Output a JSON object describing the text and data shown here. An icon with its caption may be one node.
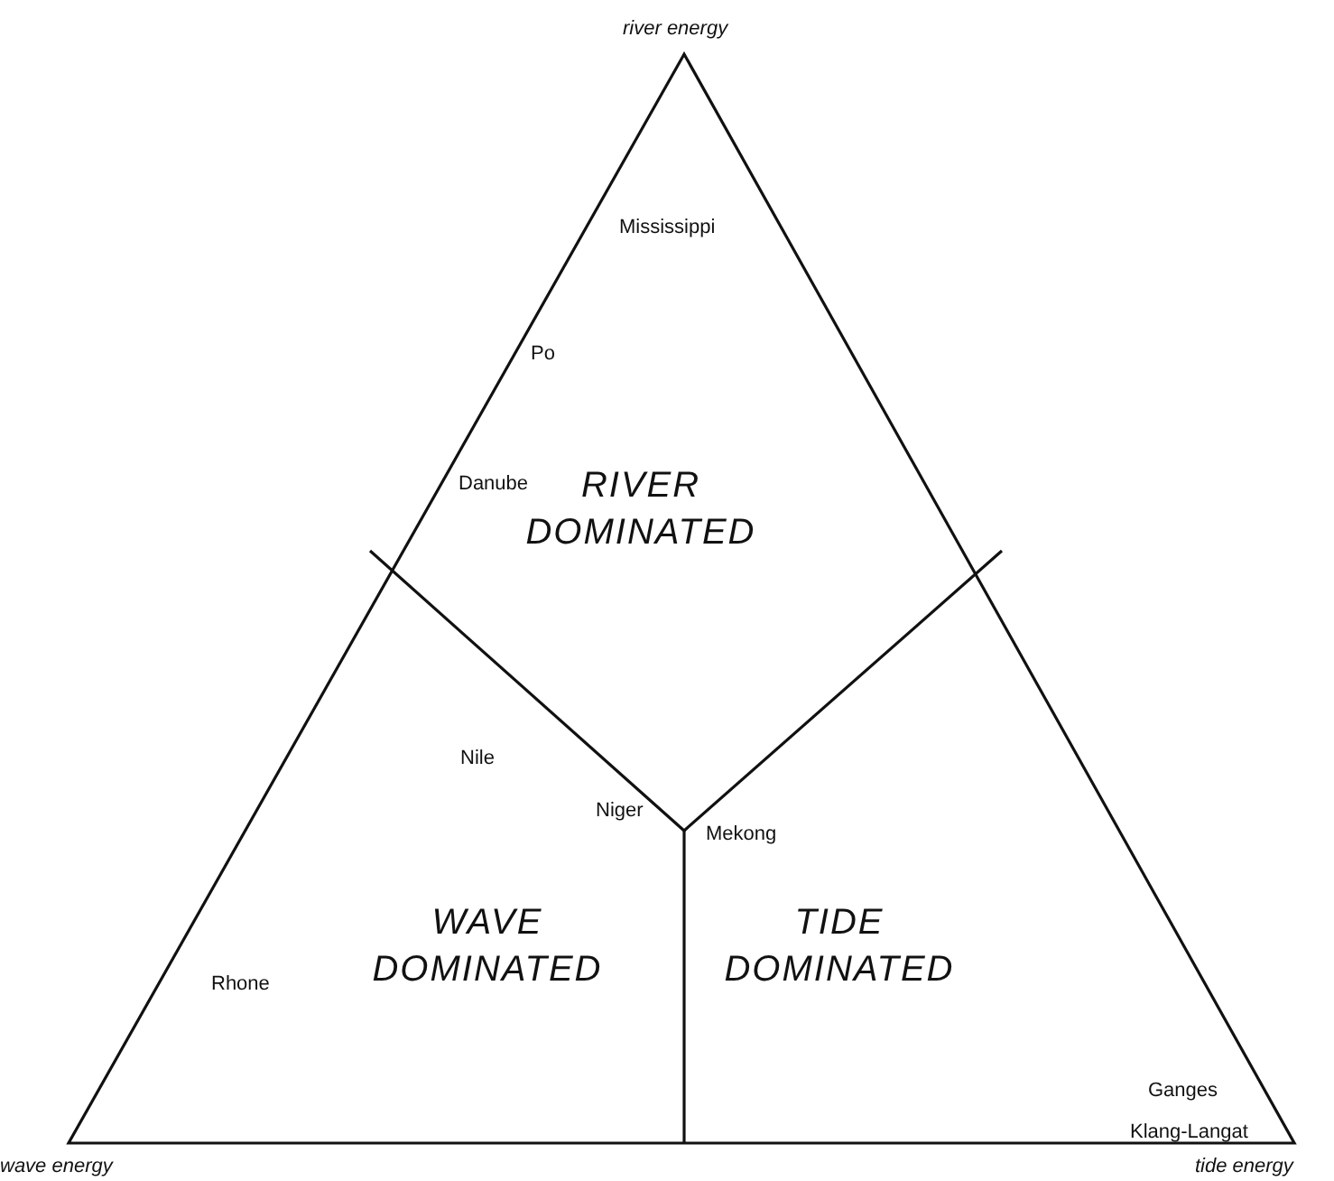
{
  "diagram": {
    "labels": [
      "river energy",
      "Mississippi",
      "Po",
      "RIVER DOMINATED",
      "Danube",
      "Nile",
      "Niger",
      "Mekong",
      "WAVE DOMINATED",
      "TIDE DOMINATED",
      "Rhone",
      "Ganges",
      "Klang-Langat",
      "wave energy",
      "tide energy"
    ]
  }
}
